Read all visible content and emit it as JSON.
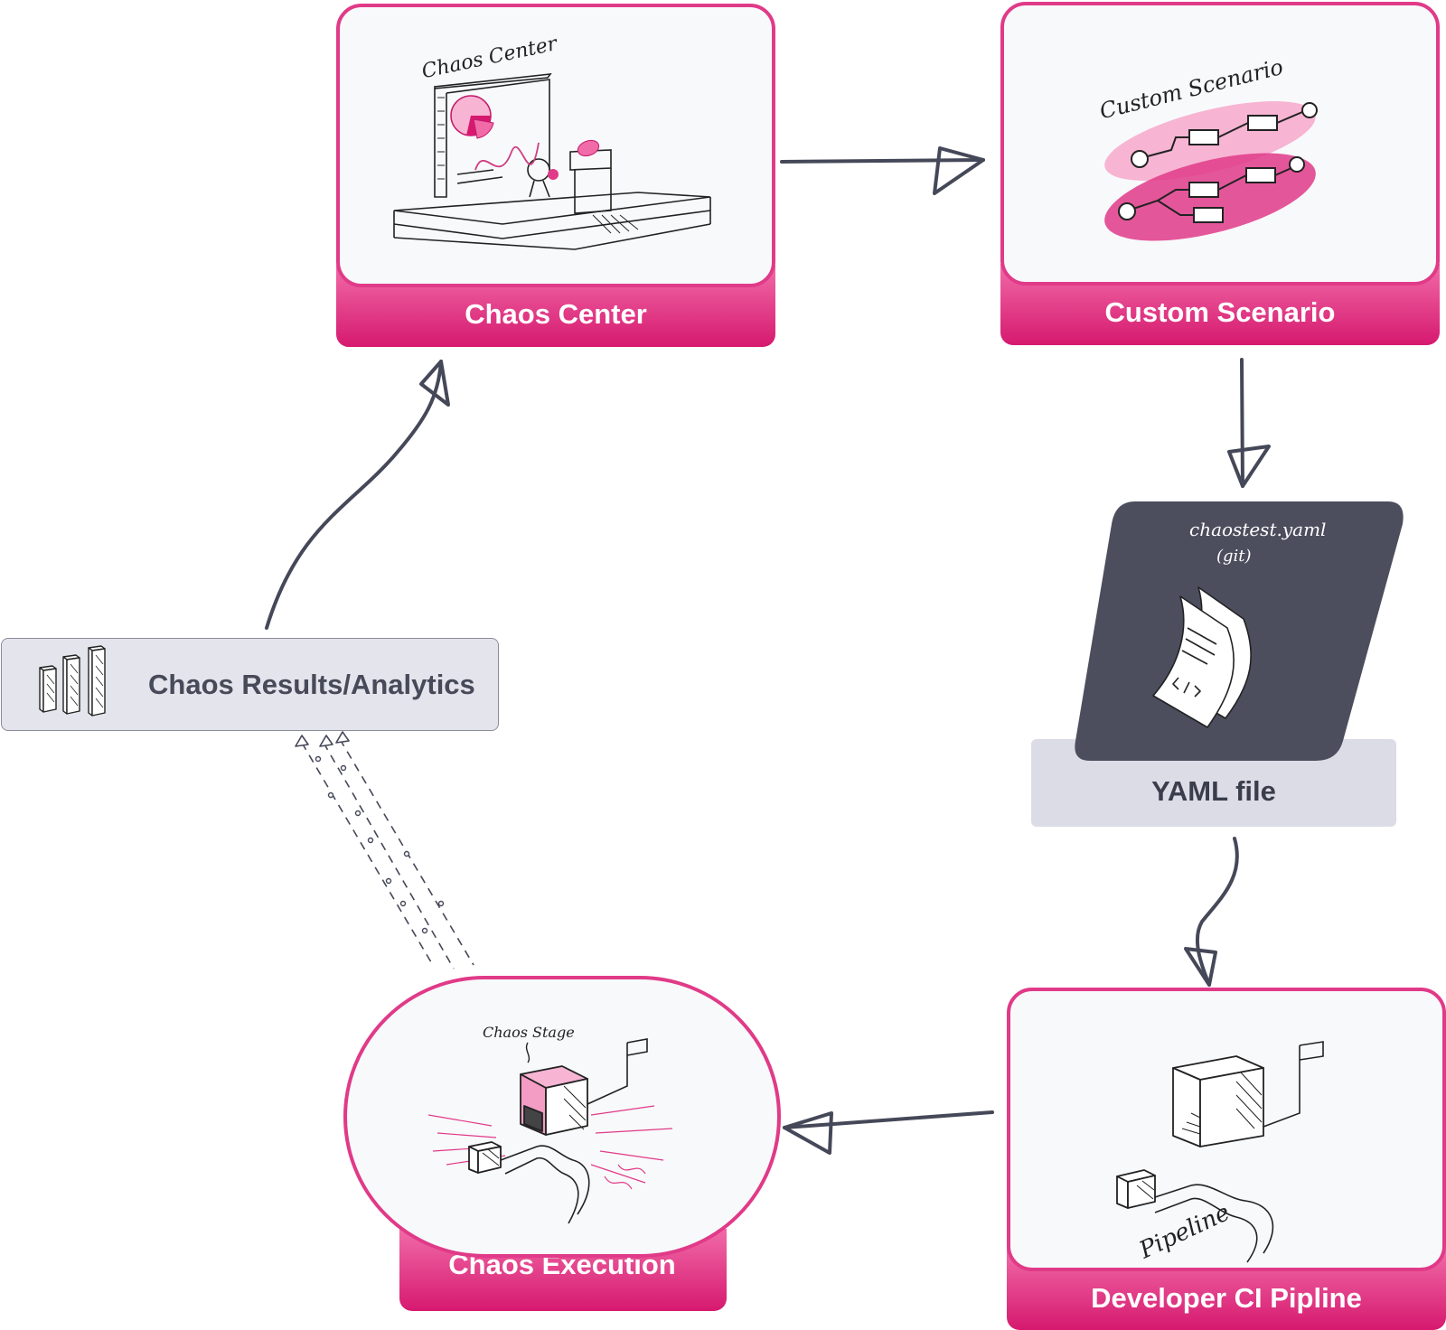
{
  "nodes": {
    "chaos_center": {
      "label": "Chaos Center",
      "sketch_caption": "Chaos Center"
    },
    "custom_scenario": {
      "label": "Custom Scenario",
      "sketch_caption": "Custom Scenario"
    },
    "yaml_file": {
      "label": "YAML file",
      "sketch_caption_line1": "chaostest.yaml",
      "sketch_caption_line2": "(git)"
    },
    "developer_ci": {
      "label": "Developer CI Pipline",
      "sketch_caption": "Pipeline"
    },
    "chaos_execution": {
      "label": "Chaos Execution",
      "sketch_caption": "Chaos Stage"
    },
    "chaos_results": {
      "label": "Chaos Results/Analytics"
    }
  },
  "colors": {
    "accent_pink": "#e03a88",
    "pink_gradient_top": "#f16ba8",
    "pink_gradient_bottom": "#d6196f",
    "yaml_card_dark": "#4c4e5e",
    "arrow": "#454858",
    "results_bg": "#e4e4ec"
  }
}
